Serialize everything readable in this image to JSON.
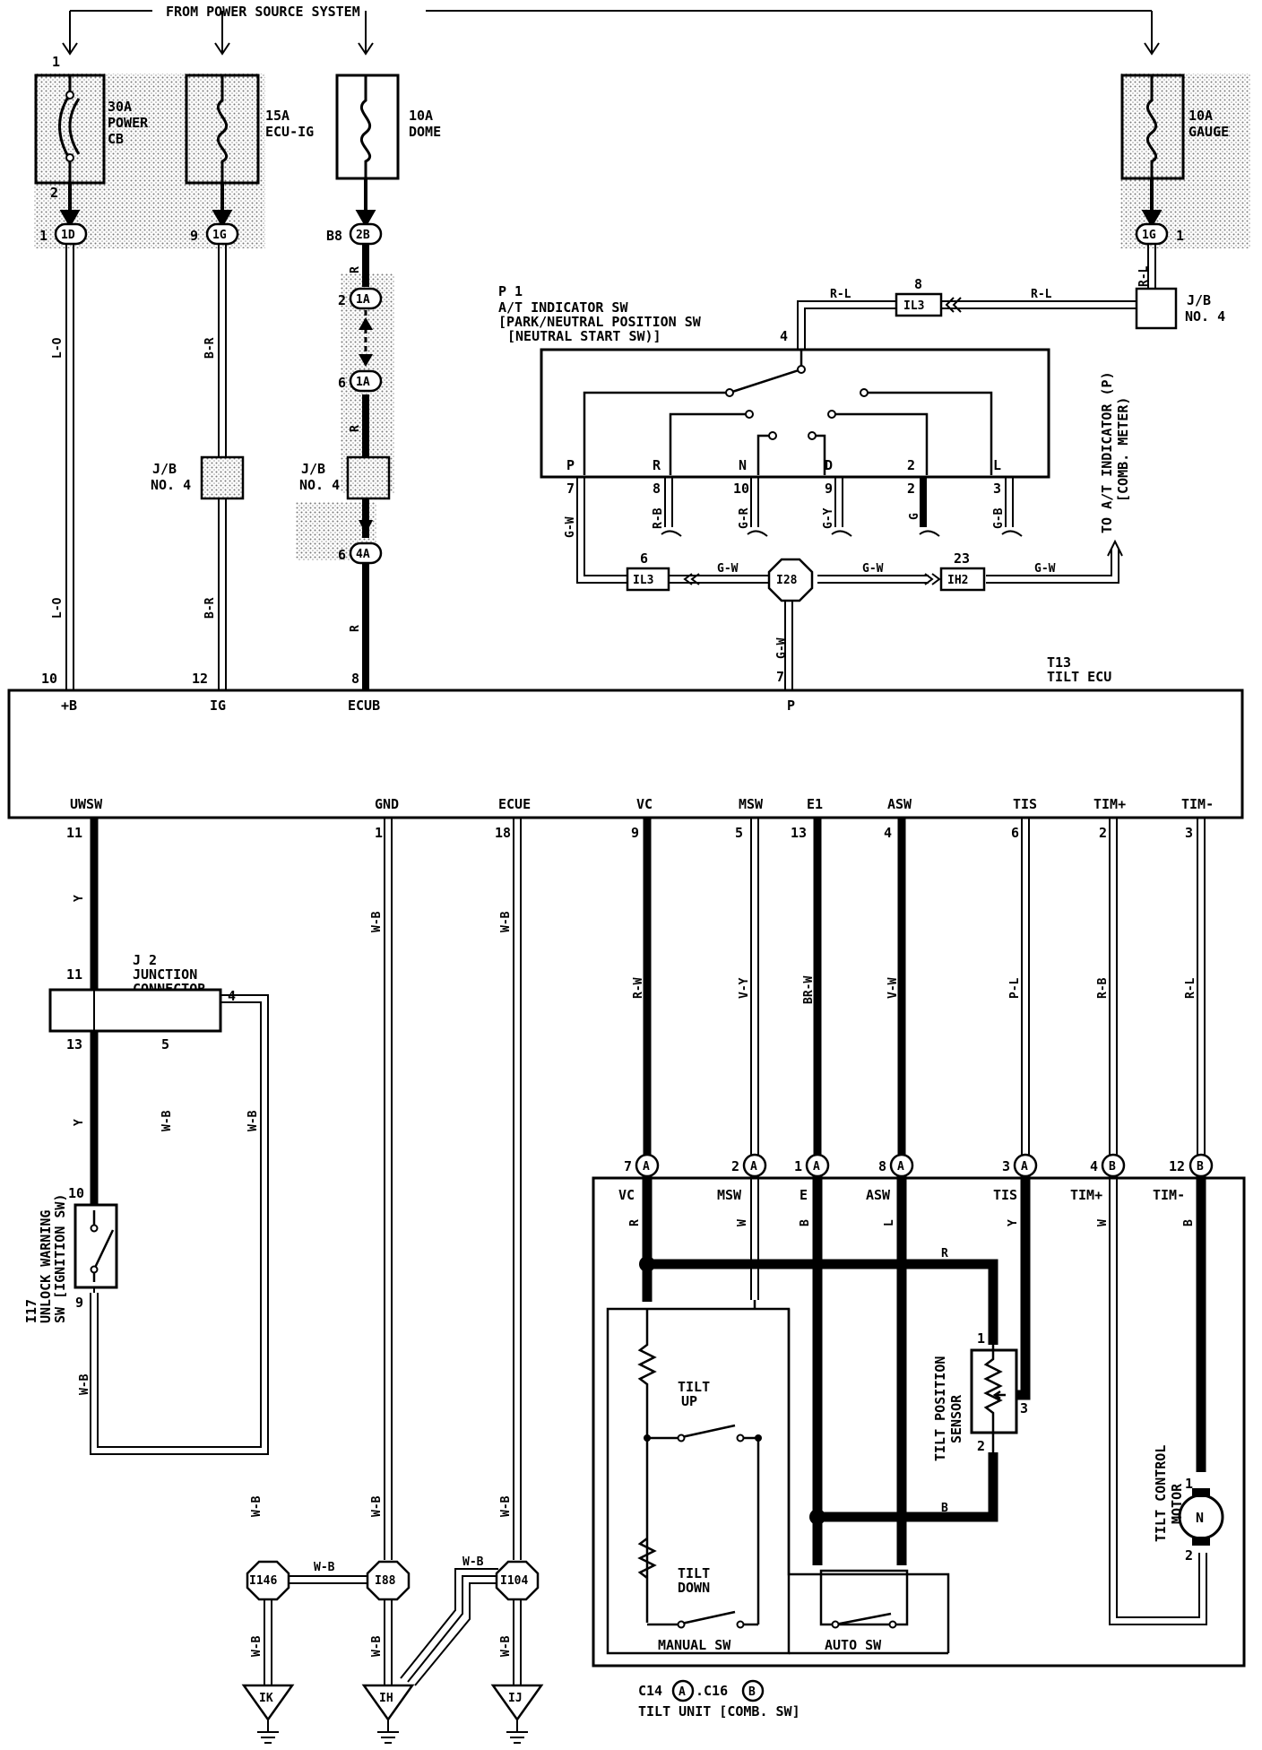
{
  "header": {
    "power_source": "FROM POWER SOURCE SYSTEM"
  },
  "fuses": {
    "power": {
      "amp": "30A",
      "name1": "POWER",
      "name2": "CB"
    },
    "ecuig": {
      "amp": "15A",
      "name": "ECU-IG"
    },
    "dome": {
      "amp": "10A",
      "name": "DOME"
    },
    "gauge": {
      "amp": "10A",
      "name": "GAUGE"
    }
  },
  "pins": {
    "p_1": "1",
    "p_2": "2",
    "p_1d": "1",
    "p_9": "9",
    "p_b8": "B8",
    "p_2a": "2",
    "p_6a": "6",
    "p_64a": "6",
    "p_1g_r": "1",
    "p_8il3": "8",
    "p_4p1": "4",
    "p_7": "7",
    "p_8": "8",
    "p_10": "10",
    "p_9b": "9",
    "p_2b": "2",
    "p_3": "3",
    "p_6il3": "6",
    "p_23": "23",
    "p_7p": "7",
    "ecu_10": "10",
    "ecu_12": "12",
    "ecu_8": "8",
    "e_11": "11",
    "e_1": "1",
    "e_18": "18",
    "e_9": "9",
    "e_5": "5",
    "e_13": "13",
    "e_4": "4",
    "e_6": "6",
    "e_2": "2",
    "e_3": "3",
    "j_11": "11",
    "j_4": "4",
    "j_13": "13",
    "j_5": "5",
    "s_10": "10",
    "s_9": "9",
    "c_7": "7",
    "c_2": "2",
    "c_1": "1",
    "c_8": "8",
    "c_3": "3",
    "c_4": "4",
    "c_12": "12",
    "ts_1": "1",
    "ts_2": "2",
    "ts_3": "3",
    "m_1": "1",
    "m_2": "2"
  },
  "connectors": {
    "c1d": "1D",
    "c1g": "1G",
    "c2b": "2B",
    "c1a": "1A",
    "c4a": "4A",
    "c1g_r": "1G",
    "il3a": "IL3",
    "il3b": "IL3",
    "ih2": "IH2",
    "i28": "I28",
    "i146": "I146",
    "i88": "I88",
    "i104": "I104",
    "ik": "IK",
    "ih": "IH",
    "ij": "IJ",
    "ca": "A",
    "cb": "B"
  },
  "wires": {
    "lo": "L-O",
    "br": "B-R",
    "r": "R",
    "rl": "R-L",
    "gw": "G-W",
    "rb": "R-B",
    "gr": "G-R",
    "gy": "G-Y",
    "g": "G",
    "gb": "G-B",
    "y": "Y",
    "wb": "W-B",
    "rw": "R-W",
    "vy": "V-Y",
    "brw": "BR-W",
    "vw": "V-W",
    "pl": "P-L",
    "w": "W",
    "b": "B",
    "l": "L"
  },
  "jb": {
    "label": "J/B",
    "no4": "NO. 4"
  },
  "p1": {
    "id": "P 1",
    "line1": "A/T INDICATOR SW",
    "line2": "[PARK/NEUTRAL POSITION SW",
    "line3": "[NEUTRAL START SW)]",
    "pos": [
      "P",
      "R",
      "N",
      "D",
      "2",
      "L"
    ]
  },
  "to_indicator": {
    "line1": "TO A/T INDICATOR (P)",
    "line2": "[COMB. METER)"
  },
  "ecu": {
    "id": "T13",
    "name": "TILT ECU",
    "top_terms": {
      "b": "+B",
      "ig": "IG",
      "ecub": "ECUB",
      "p": "P"
    },
    "bottom_terms": [
      "UWSW",
      "GND",
      "ECUE",
      "VC",
      "MSW",
      "E1",
      "ASW",
      "TIS",
      "TIM+",
      "TIM-"
    ]
  },
  "junction": {
    "id": "J 2",
    "line1": "JUNCTION",
    "line2": "CONNECTOR"
  },
  "unlock": {
    "id": "I17",
    "line1": "UNLOCK WARNING",
    "line2": "SW [IGNITION SW)"
  },
  "tilt_unit": {
    "terms": [
      "VC",
      "MSW",
      "E",
      "ASW",
      "TIS",
      "TIM+",
      "TIM-"
    ],
    "sensor1": "TILT POSITION",
    "sensor2": "SENSOR",
    "motor1": "TILT CONTROL",
    "motor2": "MOTOR",
    "motor_symbol": "N",
    "up1": "TILT",
    "up2": "UP",
    "down1": "TILT",
    "down2": "DOWN",
    "manual": "MANUAL SW",
    "auto": "AUTO SW",
    "caption_a": "C14",
    "caption_b": ".C16",
    "caption_name": "TILT UNIT [COMB. SW]"
  }
}
